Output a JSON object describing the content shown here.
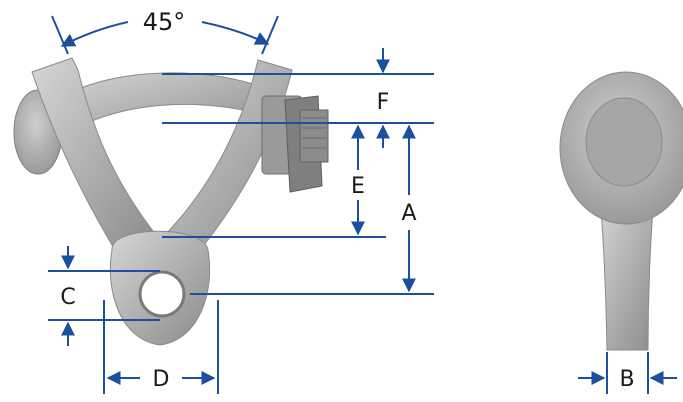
{
  "diagram": {
    "angle_label": "45°",
    "dimension_labels": {
      "a": "A",
      "b": "B",
      "c": "C",
      "d": "D",
      "e": "E",
      "f": "F"
    }
  },
  "colors": {
    "dimension_line": "#1c4f9c",
    "metal_light": "#c4c4c4",
    "metal_mid": "#a9a9a9",
    "metal_dark": "#7d7d7d",
    "label_text": "#1a1a1a"
  }
}
